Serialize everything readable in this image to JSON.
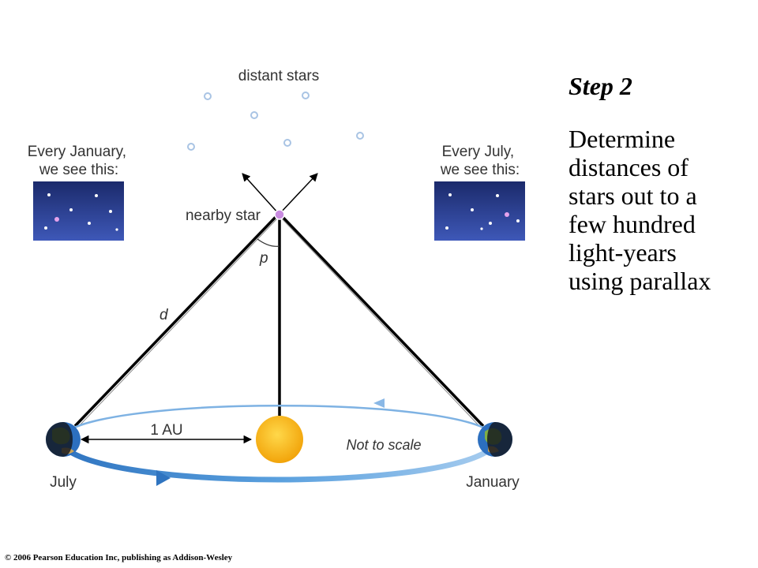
{
  "diagram": {
    "distant_stars_label": "distant stars",
    "january_view_label": [
      "Every January,",
      "we see this:"
    ],
    "july_view_label": [
      "Every July,",
      "we see this:"
    ],
    "nearby_star_label": "nearby star",
    "parallax_angle_label": "p",
    "distance_label": "d",
    "au_label": "1 AU",
    "scale_note": "Not to scale",
    "july_label": "July",
    "january_label": "January",
    "colors": {
      "sky_top": "#1b2a6b",
      "sky_bottom": "#3e58b8",
      "sun": "#f7b50c",
      "orbit": "#4a8fd1",
      "nearby_star": "#c98be0",
      "distant_star": "#a9c4e4"
    }
  },
  "step": {
    "title": "Step 2",
    "lines": [
      "Determine",
      "distances of",
      "stars out to a",
      "few hundred",
      "light-years",
      "using parallax"
    ]
  },
  "footer": {
    "copyright": "© 2006 Pearson Education Inc, publishing as Addison-Wesley"
  }
}
